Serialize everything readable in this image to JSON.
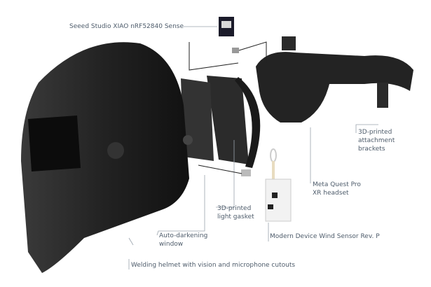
{
  "labels": {
    "sensor": "Seeed Studio XIAO nRF52840 Sense",
    "brackets": [
      "3D-printed",
      "attachment",
      "brackets"
    ],
    "headset": [
      "Meta Quest Pro",
      "XR headset"
    ],
    "gasket": [
      "3D-printed",
      "light gasket"
    ],
    "window": [
      "Auto-darkening",
      "window"
    ],
    "wind": "Modern Device Wind Sensor Rev. P",
    "helmet": "Welding helmet with vision and microphone cutouts"
  },
  "colors": {
    "label": "#4d5b6a",
    "leader": "#9aa3ad",
    "part": "#1e1e1e",
    "board": "#f2f2f2"
  }
}
